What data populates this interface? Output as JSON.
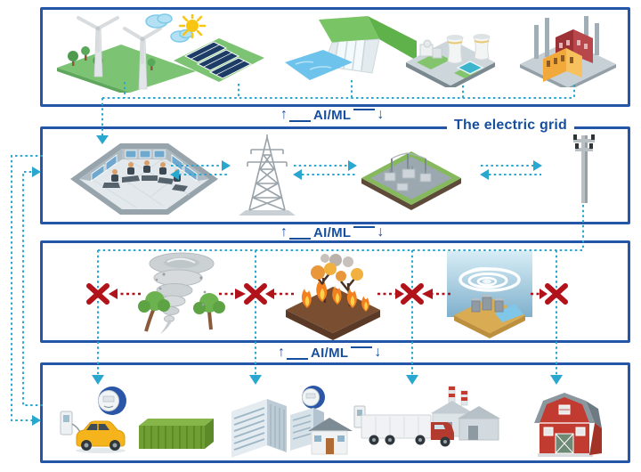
{
  "labels": {
    "ai_ml": "AI/ML",
    "grid": "The electric grid"
  },
  "colors": {
    "box_border": "#2355a8",
    "flow_line": "#2aa7cf",
    "label_text": "#174f9f",
    "hazard_red": "#b2121a",
    "background": "#ffffff"
  },
  "rows": [
    {
      "name": "energy-sources",
      "items": [
        "wind-turbines-icon",
        "solar-panels-icon",
        "hydroelectric-dam-icon",
        "nuclear-plant-icon",
        "fossil-fuel-plant-icon"
      ]
    },
    {
      "name": "grid-infrastructure",
      "items": [
        "control-room-icon",
        "transmission-tower-icon",
        "substation-icon",
        "utility-pole-icon"
      ]
    },
    {
      "name": "hazards",
      "items": [
        "tornado-icon",
        "wildfire-icon",
        "hurricane-flood-icon"
      ],
      "disruption_marks": 4
    },
    {
      "name": "consumers",
      "items": [
        "ev-charging-battery-icon",
        "office-buildings-home-icon",
        "truck-warehouse-icon",
        "barn-icon"
      ],
      "smart_meters": 2
    }
  ],
  "flows": {
    "sources_to_grid": "one-way down",
    "grid_internal": "bidirectional",
    "grid_to_consumers": "one-way down through hazards (blocked by red X)",
    "left_feedback_loop": "bidirectional between grid row and consumers row"
  }
}
